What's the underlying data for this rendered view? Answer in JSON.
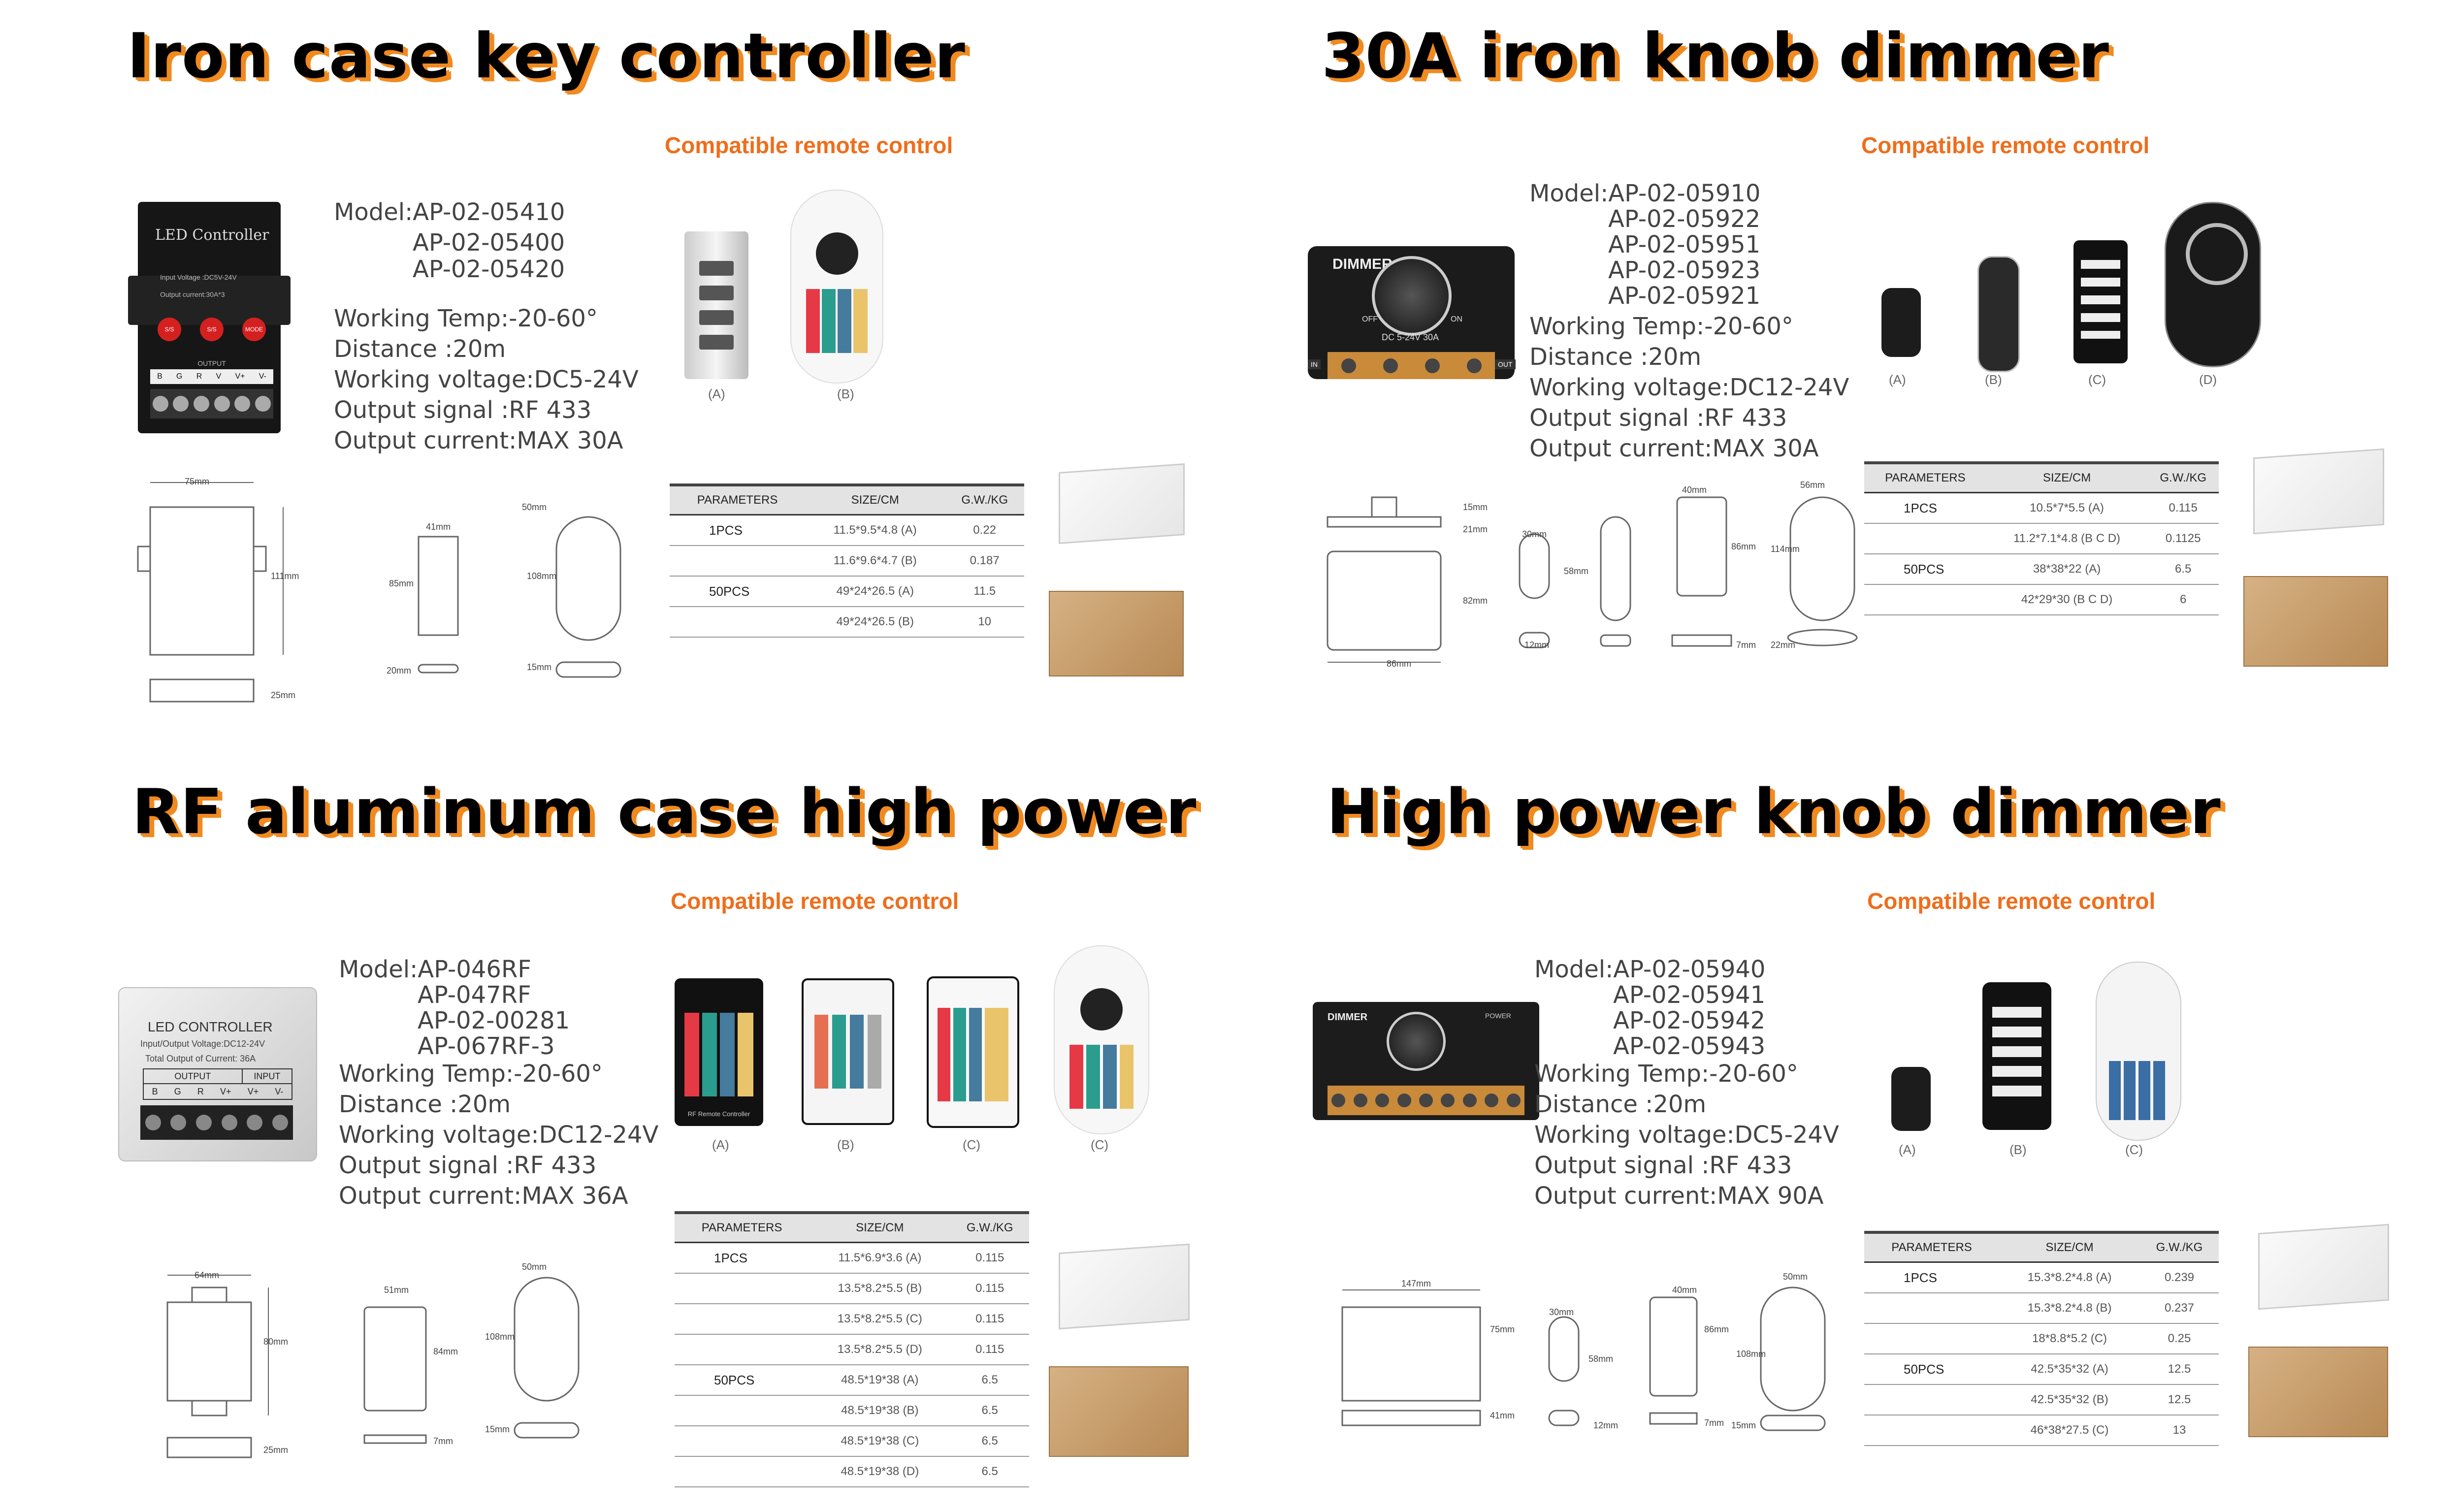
{
  "sections": [
    {
      "title": "Iron case key controller",
      "compatible": "Compatible remote control",
      "model_label": "Model:",
      "models": [
        "AP-02-05410",
        "AP-02-05400",
        "AP-02-05420"
      ],
      "specs": [
        "Working Temp:-20-60°",
        "Distance :20m",
        "Working voltage:DC5-24V",
        "Output signal :RF 433",
        "Output current:MAX 30A"
      ],
      "device": {
        "title": "LED Controller",
        "line1": "Input Voltage :DC5V-24V",
        "line2": "Output current:30A*3",
        "btns": [
          "S/S",
          "S/S",
          "MODE"
        ],
        "strip": "OUTPUT",
        "pins": [
          "B",
          "G",
          "R",
          "V",
          "V+",
          "V-"
        ]
      },
      "remote_labels": [
        "(A)",
        "(B)"
      ],
      "table": {
        "headers": [
          "PARAMETERS",
          "SIZE/CM",
          "G.W./KG"
        ],
        "rows": [
          [
            "1PCS",
            "11.5*9.5*4.8 (A)",
            "0.22"
          ],
          [
            "",
            "11.6*9.6*4.7 (B)",
            "0.187"
          ],
          [
            "50PCS",
            "49*24*26.5 (A)",
            "11.5"
          ],
          [
            "",
            "49*24*26.5 (B)",
            "10"
          ]
        ]
      },
      "dims": {
        "w": "75mm",
        "h": "111mm",
        "d": "25mm",
        "rw": "41mm",
        "rh": "85mm",
        "rd": "20mm",
        "bw": "50mm",
        "bh": "108mm",
        "bd": "15mm"
      }
    },
    {
      "title": "30A iron knob dimmer",
      "compatible": "Compatible remote control",
      "model_label": "Model:",
      "models": [
        "AP-02-05910",
        "AP-02-05922",
        "AP-02-05951",
        "AP-02-05923",
        "AP-02-05921"
      ],
      "specs": [
        "Working Temp:-20-60°",
        "Distance :20m",
        "Working voltage:DC12-24V",
        "Output signal :RF 433",
        "Output current:MAX 30A"
      ],
      "device": {
        "title": "DIMMER",
        "off": "OFF",
        "on": "ON",
        "rating": "DC 5-24V  30A",
        "in": "IN",
        "out": "OUT"
      },
      "remote_labels": [
        "(A)",
        "(B)",
        "(C)",
        "(D)"
      ],
      "table": {
        "headers": [
          "PARAMETERS",
          "SIZE/CM",
          "G.W./KG"
        ],
        "rows": [
          [
            "1PCS",
            "10.5*7*5.5 (A)",
            "0.115"
          ],
          [
            "",
            "11.2*7.1*4.8 (B C D)",
            "0.1125"
          ],
          [
            "50PCS",
            "38*38*22 (A)",
            "6.5"
          ],
          [
            "",
            "42*29*30 (B C D)",
            "6"
          ]
        ]
      },
      "dims": {
        "a": "15mm",
        "b": "21mm",
        "c": "82mm",
        "w": "86mm",
        "r1": "30mm",
        "r1h": "58mm",
        "r1d": "12mm",
        "r2": "40mm",
        "r2h": "86mm",
        "r2b": "114mm",
        "r2d": "7mm",
        "r3": "56mm",
        "r3d": "22mm"
      }
    },
    {
      "title": "RF aluminum case high power",
      "compatible": "Compatible remote control",
      "model_label": "Model:",
      "models": [
        "AP-046RF",
        "AP-047RF",
        "AP-02-00281",
        "AP-067RF-3"
      ],
      "specs": [
        "Working Temp:-20-60°",
        "Distance :20m",
        "Working voltage:DC12-24V",
        "Output signal :RF 433",
        "Output current:MAX 36A"
      ],
      "device": {
        "title": "LED CONTROLLER",
        "line1": "Input/Output Voltage:DC12-24V",
        "line2": "Total Output of Current: 36A",
        "output": "OUTPUT",
        "input": "INPUT",
        "pins": [
          "B",
          "G",
          "R",
          "V+",
          "V+",
          "V-"
        ]
      },
      "remote_labels": [
        "(A)",
        "(B)",
        "(C)",
        "(C)"
      ],
      "remote_text": "RF Remote Controller",
      "table": {
        "headers": [
          "PARAMETERS",
          "SIZE/CM",
          "G.W./KG"
        ],
        "rows": [
          [
            "1PCS",
            "11.5*6.9*3.6 (A)",
            "0.115"
          ],
          [
            "",
            "13.5*8.2*5.5 (B)",
            "0.115"
          ],
          [
            "",
            "13.5*8.2*5.5 (C)",
            "0.115"
          ],
          [
            "",
            "13.5*8.2*5.5 (D)",
            "0.115"
          ],
          [
            "50PCS",
            "48.5*19*38 (A)",
            "6.5"
          ],
          [
            "",
            "48.5*19*38 (B)",
            "6.5"
          ],
          [
            "",
            "48.5*19*38 (C)",
            "6.5"
          ],
          [
            "",
            "48.5*19*38 (D)",
            "6.5"
          ]
        ]
      },
      "dims": {
        "w": "64mm",
        "h": "80mm",
        "d": "25mm",
        "rw": "51mm",
        "rh": "84mm",
        "rd": "7mm",
        "bw": "50mm",
        "bh": "108mm",
        "bd": "15mm"
      }
    },
    {
      "title": "High power knob dimmer",
      "compatible": "Compatible remote control",
      "model_label": "Model:",
      "models": [
        "AP-02-05940",
        "AP-02-05941",
        "AP-02-05942",
        "AP-02-05943"
      ],
      "specs": [
        "Working Temp:-20-60°",
        "Distance :20m",
        "Working voltage:DC5-24V",
        "Output signal :RF 433",
        "Output current:MAX 90A"
      ],
      "device": {
        "title": "DIMMER",
        "power": "POWER"
      },
      "remote_labels": [
        "(A)",
        "(B)",
        "(C)"
      ],
      "table": {
        "headers": [
          "PARAMETERS",
          "SIZE/CM",
          "G.W./KG"
        ],
        "rows": [
          [
            "1PCS",
            "15.3*8.2*4.8 (A)",
            "0.239"
          ],
          [
            "",
            "15.3*8.2*4.8 (B)",
            "0.237"
          ],
          [
            "",
            "18*8.8*5.2  (C)",
            "0.25"
          ],
          [
            "50PCS",
            "42.5*35*32 (A)",
            "12.5"
          ],
          [
            "",
            "42.5*35*32 (B)",
            "12.5"
          ],
          [
            "",
            "46*38*27.5 (C)",
            "13"
          ]
        ]
      },
      "dims": {
        "w": "147mm",
        "h": "75mm",
        "d": "41mm",
        "r1": "30mm",
        "r1h": "58mm",
        "r1d": "12mm",
        "r2": "40mm",
        "r2h": "86mm",
        "r2d": "7mm",
        "r3": "50mm",
        "r3h": "108mm",
        "r3d": "15mm"
      }
    }
  ],
  "colors": {
    "title_shadow": "#f08a1f",
    "compat": "#ee6e1c"
  }
}
